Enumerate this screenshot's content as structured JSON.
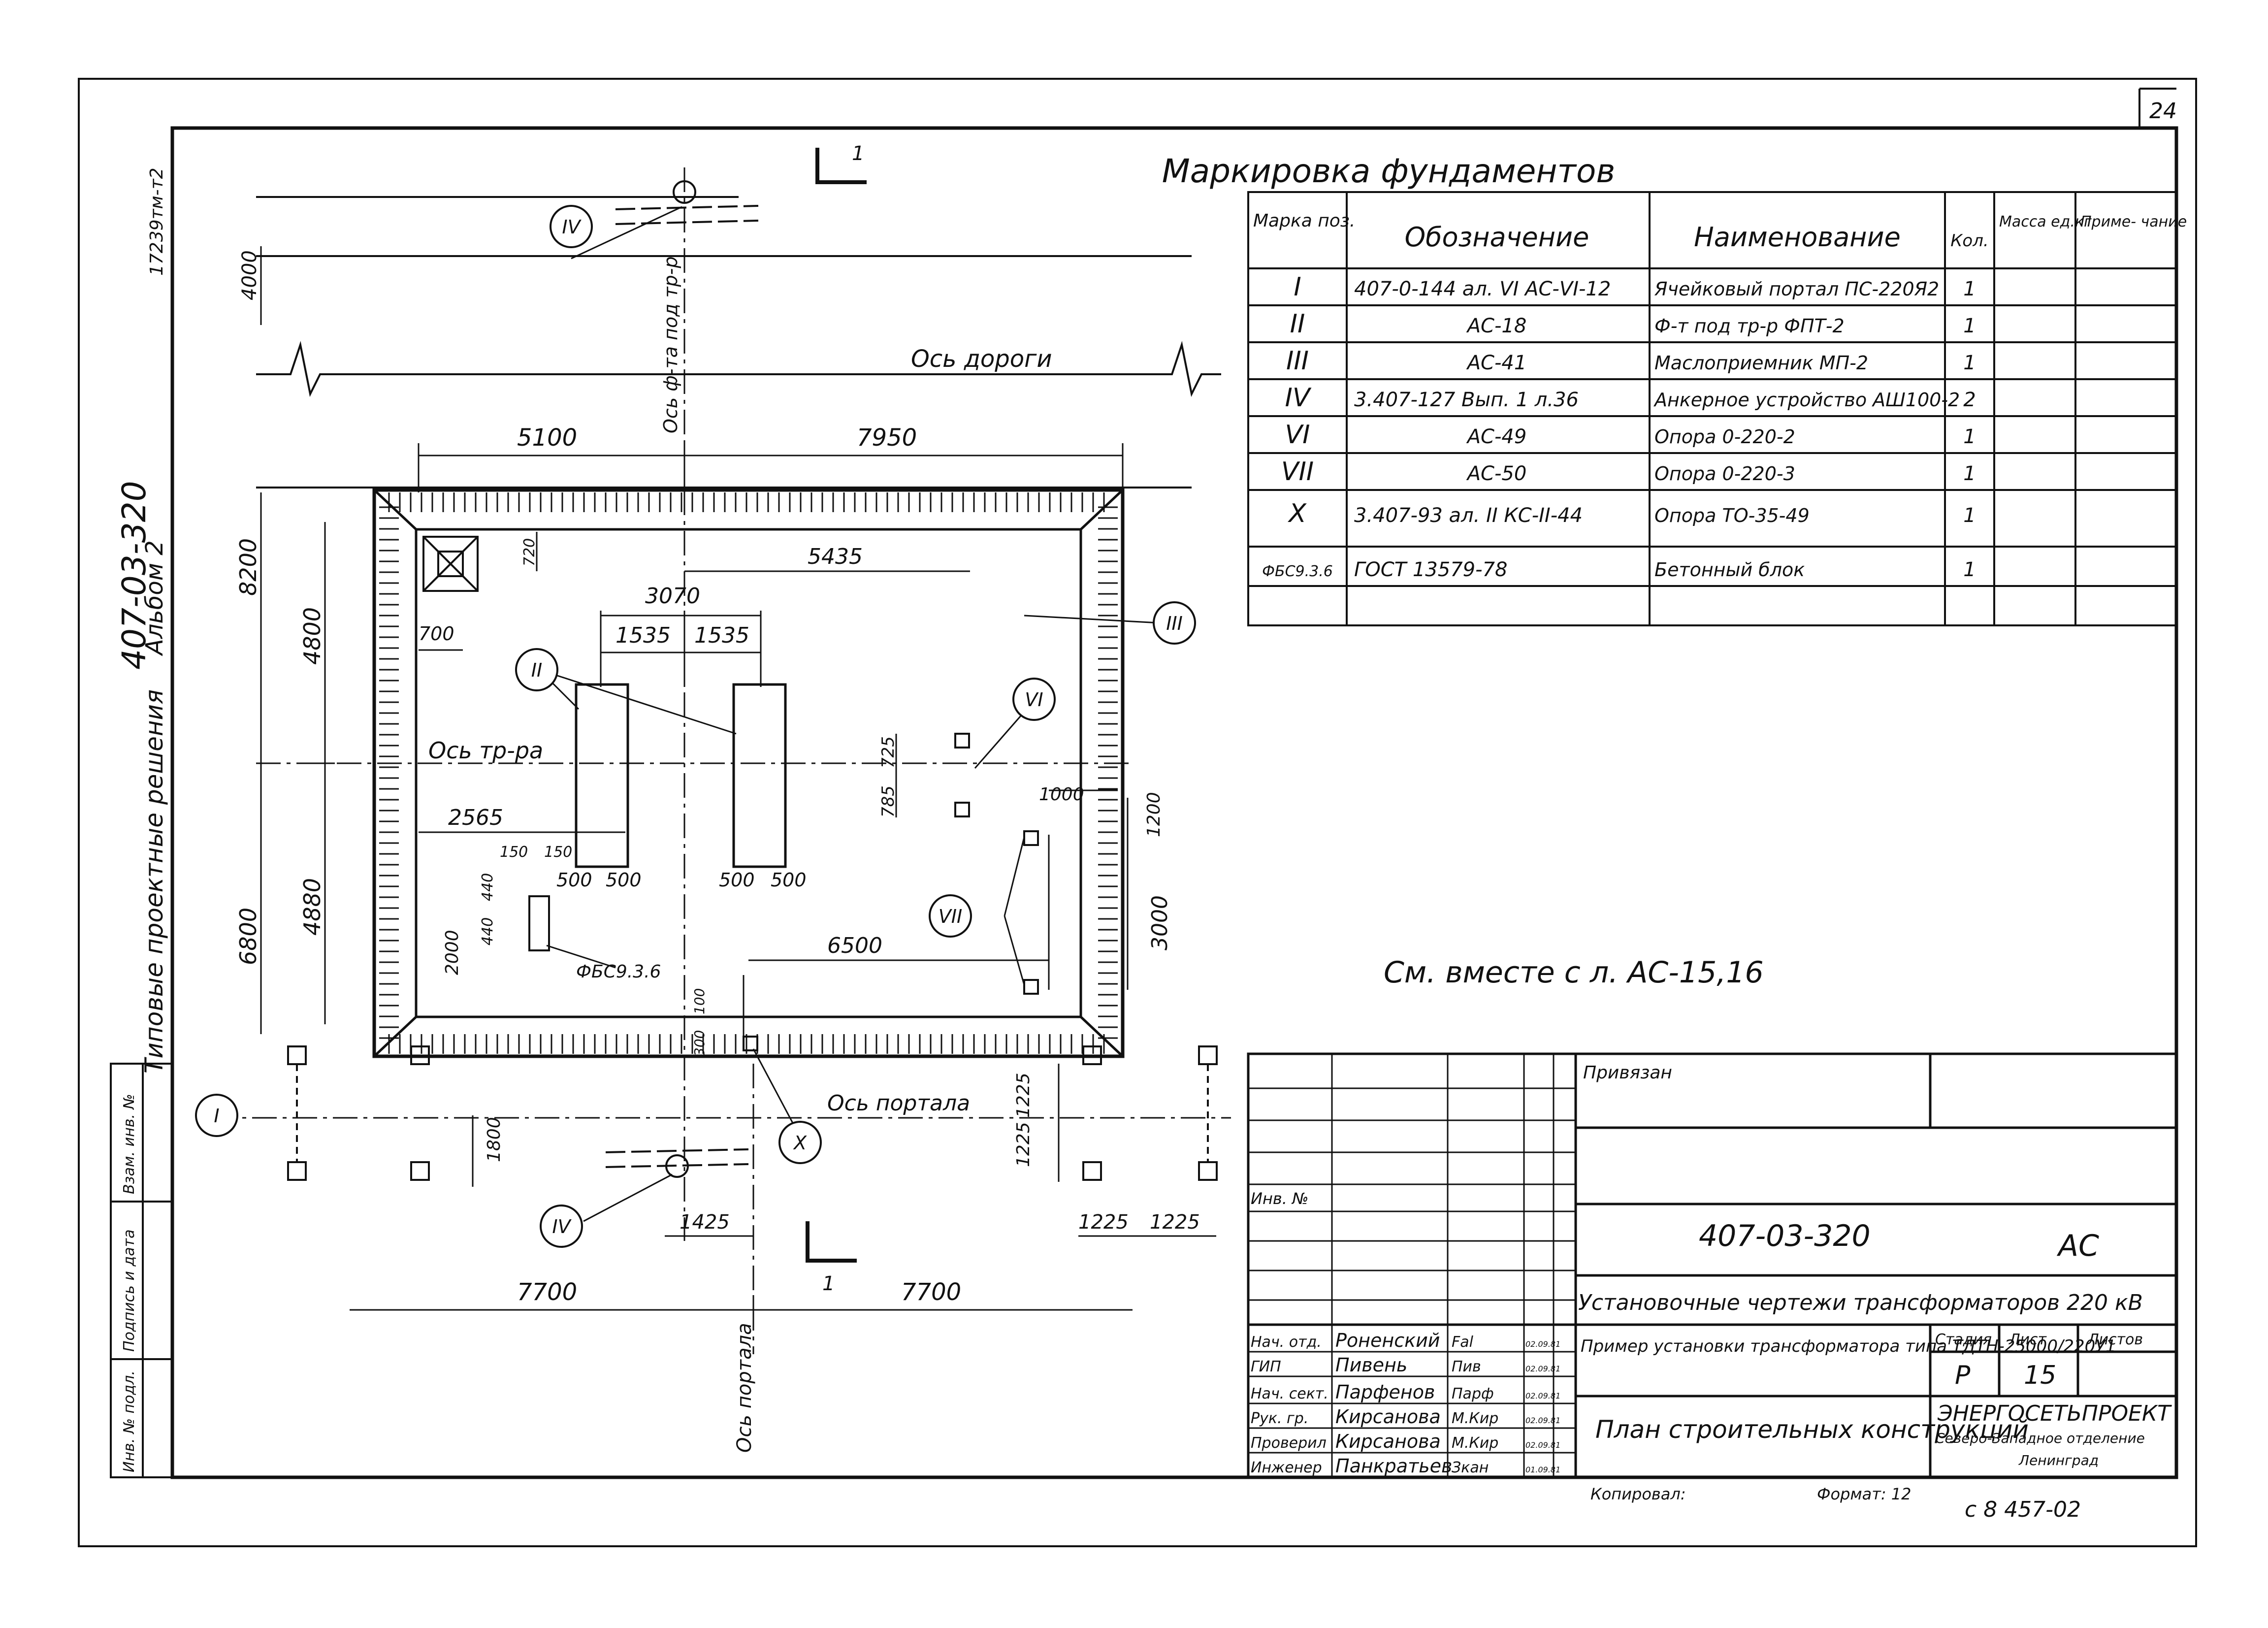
{
  "sheet_number": "24",
  "side_stamp": {
    "album_code": "407-03-320",
    "album_title": "Типовые проектные решения",
    "album_number": "Альбом 2",
    "archive_number": "17239тм-т2",
    "left_column": [
      "Инв. № подл.",
      "Подпись и дата",
      "Взам. инв. №"
    ]
  },
  "foundation_table": {
    "title": "Маркировка фундаментов",
    "headers": [
      "Марка поз.",
      "Обозначение",
      "Наименование",
      "Кол.",
      "Масса ед.кг",
      "Приме- чание"
    ],
    "rows": [
      [
        "I",
        "407-0-144 ал. VI АС-VI-12",
        "Ячейковый портал ПС-220Я2",
        "1",
        "",
        ""
      ],
      [
        "II",
        "АС-18",
        "Ф-т под тр-р ФПТ-2",
        "1",
        "",
        ""
      ],
      [
        "III",
        "АС-41",
        "Маслоприемник МП-2",
        "1",
        "",
        ""
      ],
      [
        "IV",
        "3.407-127 Вып. 1 л.36",
        "Анкерное устройство АШ100-2",
        "2",
        "",
        ""
      ],
      [
        "VI",
        "АС-49",
        "Опора 0-220-2",
        "1",
        "",
        ""
      ],
      [
        "VII",
        "АС-50",
        "Опора 0-220-3",
        "1",
        "",
        ""
      ],
      [
        "X",
        "3.407-93 ал. II КС-II-44",
        "Опора ТО-35-49",
        "1",
        "",
        ""
      ],
      [
        "ФБС9.3.6",
        "ГОСТ 13579-78",
        "Бетонный блок",
        "1",
        "",
        ""
      ]
    ]
  },
  "see_also_note": "См. вместе с л. АС-15,16",
  "plan": {
    "axis_labels": {
      "road": "Ось дороги",
      "transformer": "Ось тр-ра",
      "portal": "Ось портала",
      "foundation_vertical": "Ось ф-та под тр-р",
      "portal_vertical": "Ось портала"
    },
    "section_marks": [
      "1",
      "1"
    ],
    "markers": [
      "IV",
      "III",
      "II",
      "VI",
      "VII",
      "I",
      "X",
      "IV"
    ],
    "block_label": "ФБС9.3.6",
    "dimensions": {
      "top_left": "5100",
      "top_right": "7950",
      "d5435": "5435",
      "d3070": "3070",
      "d1535a": "1535",
      "d1535b": "1535",
      "d700": "700",
      "d720": "720",
      "d2565": "2565",
      "d150a": "150",
      "d150b": "150",
      "d500a": "500",
      "d500b": "500",
      "d500c": "500",
      "d500d": "500",
      "d440a": "440",
      "d440b": "440",
      "d2000": "2000",
      "d6500": "6500",
      "d100": "100",
      "d300": "300",
      "d725": "725",
      "d785": "785",
      "d1000": "1000",
      "d1200": "1200",
      "d3000": "3000",
      "d1225a": "1225",
      "d1225b": "1225",
      "d1225c": "1225",
      "d1225d": "1225",
      "d1800": "1800",
      "d1425": "1425",
      "bottom_left": "7700",
      "bottom_right": "7700",
      "left_4000": "4000",
      "left_8200": "8200",
      "left_4800": "4800",
      "left_4880": "4880",
      "left_6800": "6800"
    }
  },
  "title_block": {
    "bound_label": "Привязан",
    "inv_label": "Инв. №",
    "doc_code": "407-03-320",
    "mark": "АС",
    "series_title": "Установочные чертежи трансформаторов 220 кВ",
    "example_title": "Пример установки трансформатора типа ТДТН-25000/220У1",
    "sheet_title": "План строительных конструкций",
    "stage_header": "Стадия",
    "sheet_header": "Лист",
    "sheets_header": "Листов",
    "stage": "Р",
    "sheet": "15",
    "sheets": "",
    "organization": "ЭНЕРГОСЕТЬПРОЕКТ",
    "organization_branch": "Северо-Западное отделение",
    "organization_city": "Ленинград",
    "signatures": [
      {
        "role": "Нач. отд.",
        "name": "Роненский",
        "signature": "Fal",
        "date": "02.09.81"
      },
      {
        "role": "ГИП",
        "name": "Пивень",
        "signature": "Пив",
        "date": "02.09.81"
      },
      {
        "role": "Нач. сект.",
        "name": "Парфенов",
        "signature": "Парф",
        "date": "02.09.81"
      },
      {
        "role": "Рук. гр.",
        "name": "Кирсанова",
        "signature": "М.Кир",
        "date": "02.09.81"
      },
      {
        "role": "Проверил",
        "name": "Кирсанова",
        "signature": "М.Кир",
        "date": "02.09.81"
      },
      {
        "role": "Инженер",
        "name": "Панкратьев",
        "signature": "Зкан",
        "date": "01.09.81"
      }
    ],
    "copied_label": "Копировал:",
    "format_label": "Формат: 12",
    "footer_code": "с 8 457-02"
  }
}
